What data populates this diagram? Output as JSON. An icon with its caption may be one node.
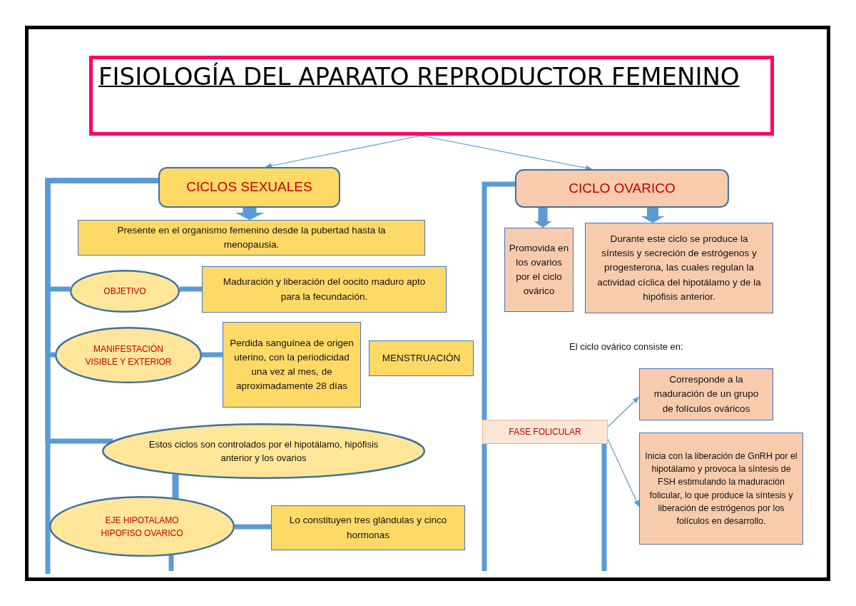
{
  "diagram": {
    "nodes": [
      {
        "text": [
          "FISIOLOGÍA DEL APARATO REPRODUCTOR FEMENINO"
        ]
      },
      {
        "text": [
          "CICLOS SEXUALES"
        ]
      },
      {
        "text": [
          "Presente en el organismo femenino desde la pubertad hasta la menopausia."
        ]
      },
      {
        "text": [
          "OBJETIVO"
        ]
      },
      {
        "text": [
          "Maduración y liberación del oocito maduro apto para la fecundación."
        ]
      },
      {
        "text": [
          "MANIFESTACIÓN VISIBLE Y EXTERIOR"
        ]
      },
      {
        "text": [
          "Perdida sanguínea de origen uterino, con la periodicidad una vez al mes, de aproximadamente 28 días"
        ]
      },
      {
        "text": [
          "MENSTRUACIÓN"
        ]
      },
      {
        "text": [
          "Estos ciclos son controlados por el hipotálamo, hipófisis anterior y los ovarios"
        ]
      },
      {
        "text": [
          "EJE HIPOTALAMO HIPOFISO OVARICO"
        ]
      },
      {
        "text": [
          "Lo constituyen tres glándulas y cinco hormonas"
        ]
      },
      {
        "text": [
          "CICLO OVARICO"
        ]
      },
      {
        "text": [
          "Promovida en los ovarios por el ciclo ovárico"
        ]
      },
      {
        "text": [
          "Durante este ciclo se produce la síntesis y secreción de estrógenos y progesterona, las cuales regulan la actividad cíclica del hipotálamo y de la hipófisis anterior."
        ]
      },
      {
        "text": [
          "FASE FOLICULAR"
        ]
      },
      {
        "text": [
          "Corresponde a la maduración de un grupo de folículos ováricos"
        ]
      },
      {
        "text": [
          "Inicia con la liberación de GnRH por el hipotálamo y provoca la síntesis de FSH estimulando la maduración folicular, lo que produce la síntesis y liberación de estrógenos por los folículos en desarrollo."
        ]
      }
    ],
    "edges": [
      {
        "from": 0,
        "to": 1,
        "arrow": "to"
      },
      {
        "from": 0,
        "to": 11,
        "arrow": "to"
      },
      {
        "from": 1,
        "to": 2,
        "arrow": "to",
        "style": "thick"
      },
      {
        "from": 1,
        "to": 3,
        "arrow": "none"
      },
      {
        "from": 1,
        "to": 5,
        "arrow": "none"
      },
      {
        "from": 1,
        "to": 8,
        "arrow": "none"
      },
      {
        "from": 1,
        "to": null,
        "arrow": "none"
      },
      {
        "from": 3,
        "to": 4,
        "arrow": "none"
      },
      {
        "from": 5,
        "to": 6,
        "arrow": "none"
      },
      {
        "from": 8,
        "to": 9,
        "arrow": "none"
      },
      {
        "from": 9,
        "to": 10,
        "arrow": "none"
      },
      {
        "from": 9,
        "to": null,
        "arrow": "none"
      },
      {
        "from": 11,
        "to": 12,
        "arrow": "to",
        "style": "thick"
      },
      {
        "from": 11,
        "to": 13,
        "arrow": "to",
        "style": "thick"
      },
      {
        "from": 11,
        "to": 14,
        "arrow": "none"
      },
      {
        "from": 14,
        "to": 15,
        "arrow": "to"
      },
      {
        "from": 14,
        "to": 16,
        "arrow": "to"
      },
      {
        "from": 14,
        "to": null,
        "arrow": "none"
      },
      {
        "from": 14,
        "to": null,
        "arrow": "none"
      }
    ],
    "labels": [
      "El ciclo ovárico consiste en:"
    ]
  }
}
